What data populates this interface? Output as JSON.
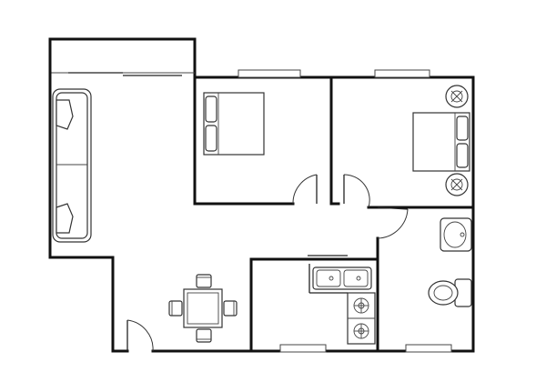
{
  "plan": {
    "labels": [],
    "rooms": [
      "living-room",
      "bedroom-1",
      "bedroom-2",
      "kitchen",
      "bathroom",
      "dining-area",
      "balcony"
    ]
  },
  "colors": {
    "wall": "#111111",
    "line": "#333333",
    "background": "#ffffff"
  }
}
